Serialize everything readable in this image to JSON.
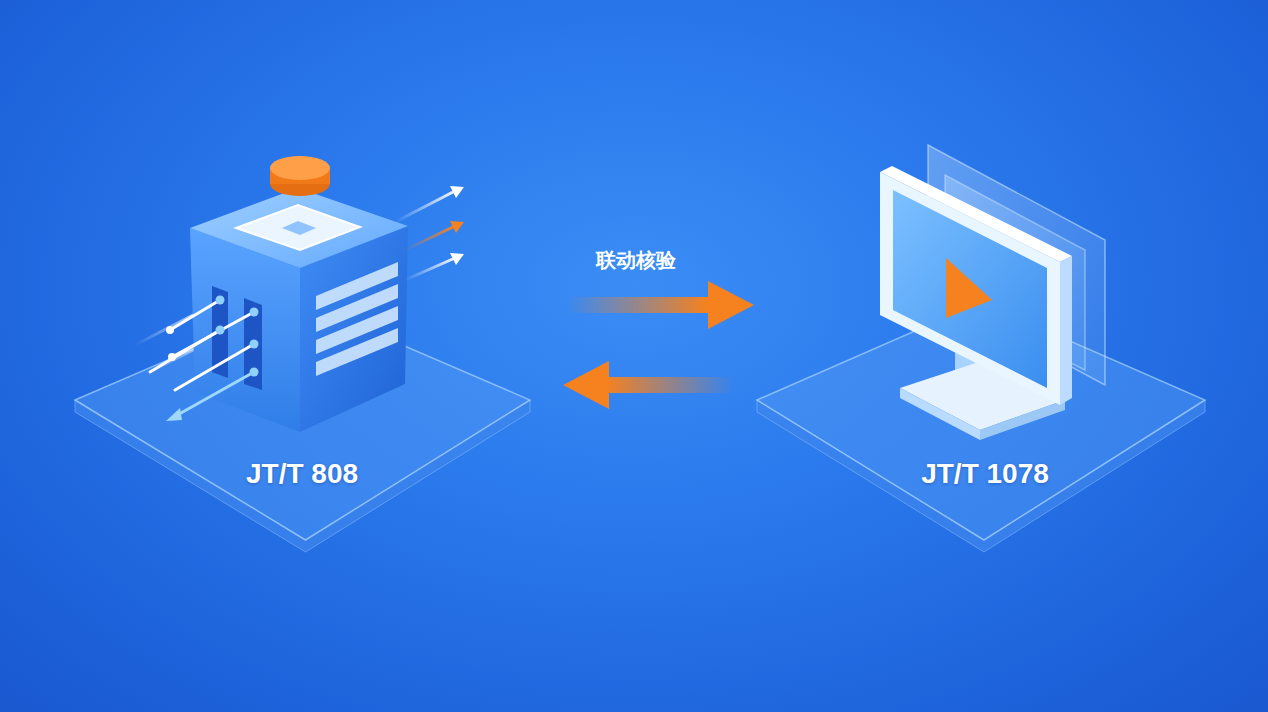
{
  "diagram": {
    "nodes": [
      {
        "text": [
          "JT/T 808"
        ]
      },
      {
        "text": [
          "JT/T 1078"
        ]
      }
    ],
    "edges": [
      {
        "from": 0,
        "to": 1,
        "arrow": "to",
        "label": "联动核验"
      },
      {
        "from": 1,
        "to": 0,
        "arrow": "to"
      }
    ]
  }
}
